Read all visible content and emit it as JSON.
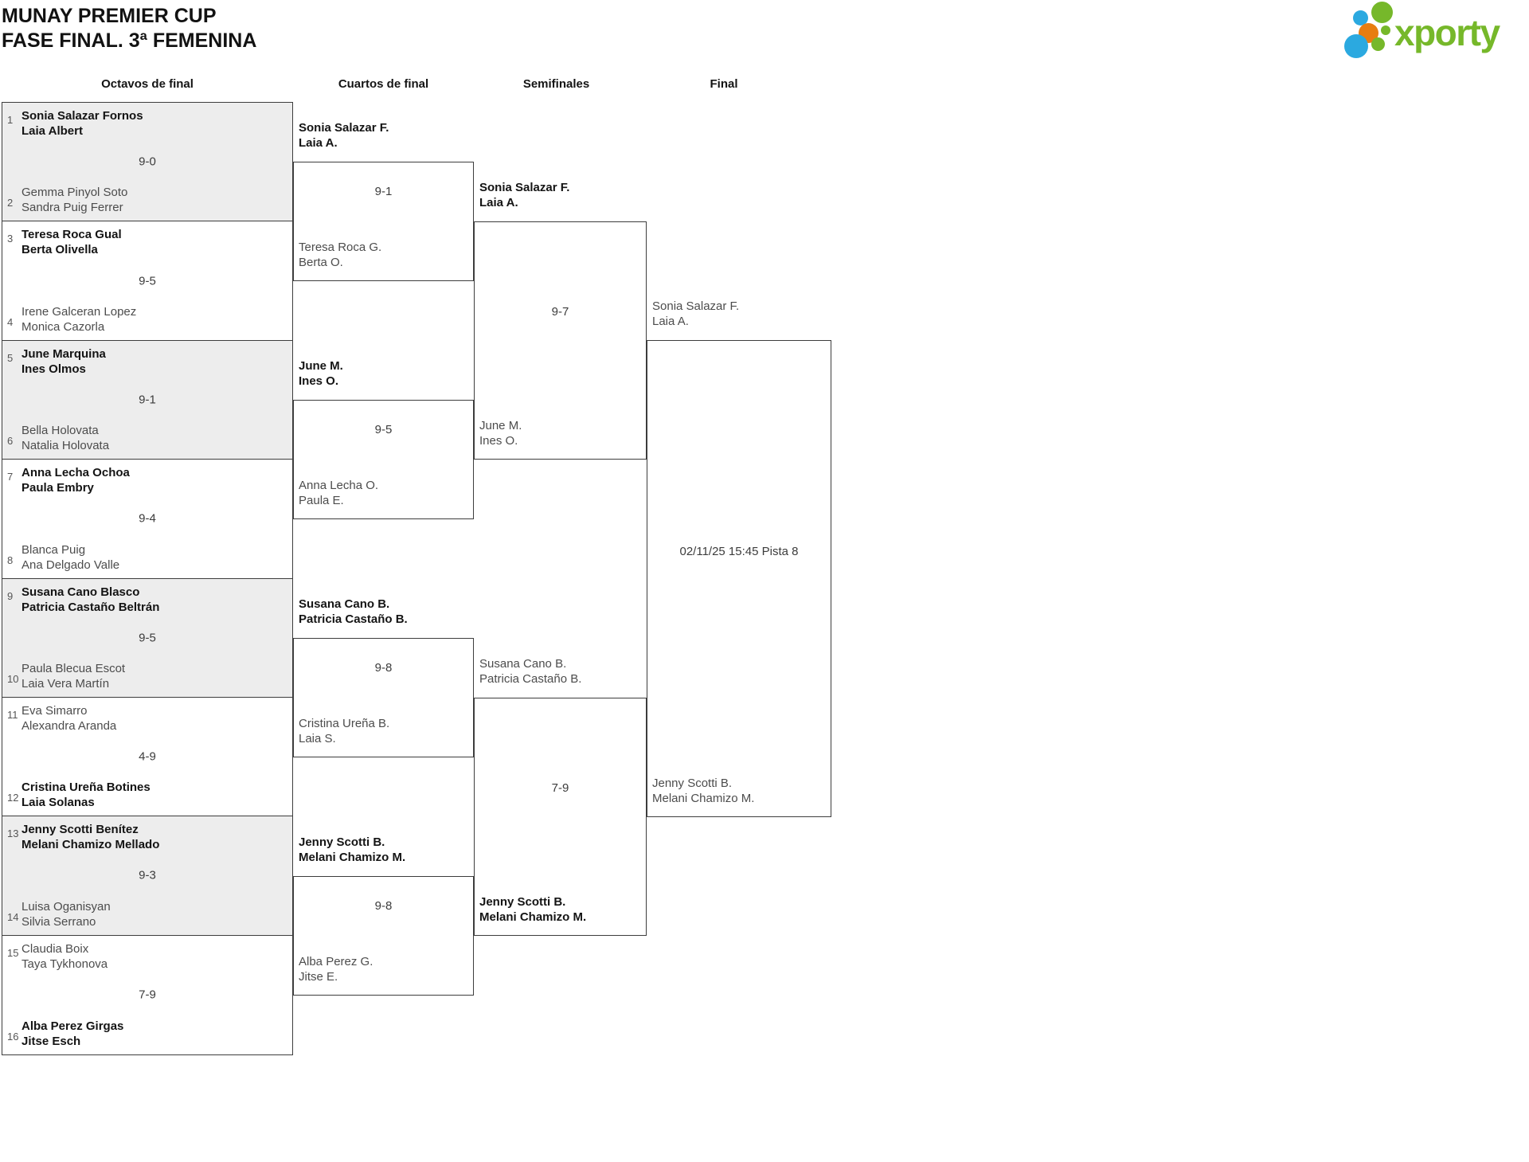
{
  "title": {
    "line1": "MUNAY PREMIER CUP",
    "line2": "FASE FINAL. 3ª FEMENINA"
  },
  "logo": {
    "text": "xporty",
    "green": "#76b82a",
    "blue": "#2ba9e0",
    "orange": "#e87d10"
  },
  "round_headers": {
    "r16": "Octavos de final",
    "qf": "Cuartos de final",
    "sf": "Semifinales",
    "f": "Final"
  },
  "octavos": [
    {
      "seed_top": "1",
      "team_top1": "Sonia Salazar Fornos",
      "team_top2": "Laia Albert",
      "top_winner": true,
      "score": "9-0",
      "seed_bottom": "2",
      "team_bottom1": "Gemma Pinyol Soto",
      "team_bottom2": "Sandra Puig Ferrer",
      "bottom_winner": false
    },
    {
      "seed_top": "3",
      "team_top1": "Teresa Roca Gual",
      "team_top2": "Berta Olivella",
      "top_winner": true,
      "score": "9-5",
      "seed_bottom": "4",
      "team_bottom1": "Irene Galceran Lopez",
      "team_bottom2": "Monica Cazorla",
      "bottom_winner": false
    },
    {
      "seed_top": "5",
      "team_top1": "June Marquina",
      "team_top2": "Ines Olmos",
      "top_winner": true,
      "score": "9-1",
      "seed_bottom": "6",
      "team_bottom1": "Bella Holovata",
      "team_bottom2": "Natalia Holovata",
      "bottom_winner": false
    },
    {
      "seed_top": "7",
      "team_top1": "Anna Lecha Ochoa",
      "team_top2": "Paula Embry",
      "top_winner": true,
      "score": "9-4",
      "seed_bottom": "8",
      "team_bottom1": "Blanca Puig",
      "team_bottom2": "Ana Delgado Valle",
      "bottom_winner": false
    },
    {
      "seed_top": "9",
      "team_top1": "Susana Cano Blasco",
      "team_top2": "Patricia Castaño Beltrán",
      "top_winner": true,
      "score": "9-5",
      "seed_bottom": "10",
      "team_bottom1": "Paula Blecua Escot",
      "team_bottom2": "Laia Vera Martín",
      "bottom_winner": false
    },
    {
      "seed_top": "11",
      "team_top1": "Eva Simarro",
      "team_top2": "Alexandra Aranda",
      "top_winner": false,
      "score": "4-9",
      "seed_bottom": "12",
      "team_bottom1": "Cristina Ureña Botines",
      "team_bottom2": "Laia Solanas",
      "bottom_winner": true
    },
    {
      "seed_top": "13",
      "team_top1": "Jenny Scotti Benítez",
      "team_top2": "Melani Chamizo Mellado",
      "top_winner": true,
      "score": "9-3",
      "seed_bottom": "14",
      "team_bottom1": "Luisa Oganisyan",
      "team_bottom2": "Silvia Serrano",
      "bottom_winner": false
    },
    {
      "seed_top": "15",
      "team_top1": "Claudia Boix",
      "team_top2": "Taya Tykhonova",
      "top_winner": false,
      "score": "7-9",
      "seed_bottom": "16",
      "team_bottom1": "Alba Perez Girgas",
      "team_bottom2": "Jitse Esch",
      "bottom_winner": true
    }
  ],
  "cuartos": [
    {
      "team_top1": "Sonia Salazar F.",
      "team_top2": "Laia A.",
      "top_winner": true,
      "score": "9-1",
      "team_bottom1": "Teresa Roca G.",
      "team_bottom2": "Berta O.",
      "bottom_winner": false
    },
    {
      "team_top1": "June M.",
      "team_top2": "Ines O.",
      "top_winner": true,
      "score": "9-5",
      "team_bottom1": "Anna Lecha O.",
      "team_bottom2": "Paula E.",
      "bottom_winner": false
    },
    {
      "team_top1": "Susana Cano B.",
      "team_top2": "Patricia Castaño B.",
      "top_winner": true,
      "score": "9-8",
      "team_bottom1": "Cristina Ureña B.",
      "team_bottom2": "Laia S.",
      "bottom_winner": false
    },
    {
      "team_top1": "Jenny Scotti B.",
      "team_top2": "Melani Chamizo M.",
      "top_winner": true,
      "score": "9-8",
      "team_bottom1": "Alba Perez G.",
      "team_bottom2": "Jitse E.",
      "bottom_winner": false
    }
  ],
  "semifinales": [
    {
      "team_top1": "Sonia Salazar F.",
      "team_top2": "Laia A.",
      "top_winner": true,
      "score": "9-7",
      "team_bottom1": "June M.",
      "team_bottom2": "Ines O.",
      "bottom_winner": false
    },
    {
      "team_top1": "Susana Cano B.",
      "team_top2": "Patricia Castaño B.",
      "top_winner": false,
      "score": "7-9",
      "team_bottom1": "Jenny Scotti B.",
      "team_bottom2": "Melani Chamizo M.",
      "bottom_winner": true
    }
  ],
  "final": {
    "team_top1": "Sonia Salazar F.",
    "team_top2": "Laia A.",
    "info": "02/11/25 15:45 Pista 8",
    "team_bottom1": "Jenny Scotti B.",
    "team_bottom2": "Melani Chamizo M."
  }
}
